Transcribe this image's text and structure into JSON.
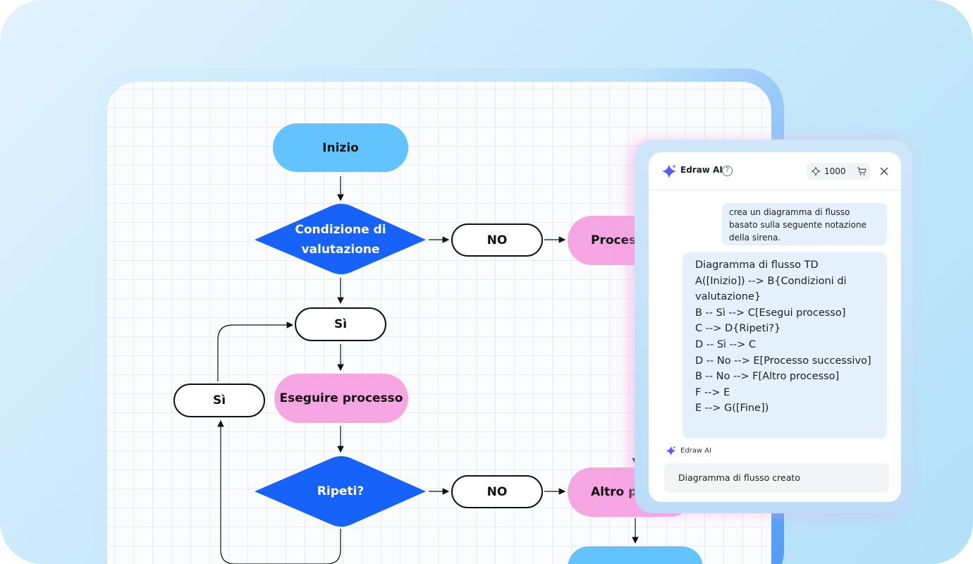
{
  "flowchart": {
    "start_label": "Inizio",
    "decision1_label": "Condizione di valutazione",
    "no1_label": "NO",
    "process_right1_label": "Process",
    "yes_main_label": "Sì",
    "execute_label": "Eseguire processo",
    "yes_side_label": "Sì",
    "decision2_label": "Ripeti?",
    "no2_label": "NO",
    "process_right2_label": "Altro pr"
  },
  "ai_panel": {
    "title": "Edraw AI",
    "help_symbol": "?",
    "credits": "1000",
    "user_message": "crea un diagramma di flusso basato sulla seguente notazione della sirena.",
    "ai_response_lines": [
      "Diagramma di flusso TD",
      "A([Inizio]) --> B{Condizioni di valutazione}",
      "B -- Sì --> C[Esegui processo]",
      "C --> D{Ripeti?}",
      "D -- Sì --> C",
      "D -- No --> E[Processo successivo]",
      "B -- No --> F[Altro processo]",
      "F --> E",
      "E --> G([Fine])"
    ],
    "sender_name": "Edraw AI",
    "status_text": "Diagramma di flusso creato"
  },
  "colors": {
    "terminator": "#62c3fd",
    "process": "#f6a6e2",
    "decision": "#1762f8",
    "ai_accent": "#5b5cf6"
  },
  "icons": [
    "sparkle-icon",
    "help-icon",
    "cart-icon",
    "close-icon"
  ]
}
